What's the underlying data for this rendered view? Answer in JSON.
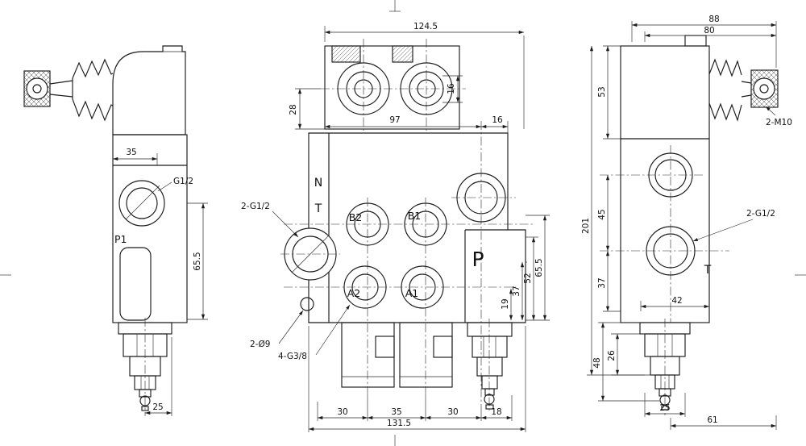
{
  "views": {
    "left": {
      "dims": {
        "d35": "35",
        "d65_5": "65.5",
        "d25": "25"
      },
      "labels": {
        "g12": "G1/2",
        "p1": "P1"
      }
    },
    "front": {
      "dims": {
        "d124_5": "124.5",
        "d28": "28",
        "d16_port": "16",
        "d97": "97",
        "d16_body": "16",
        "d65_5": "65.5",
        "d52": "52",
        "d37": "37",
        "d19": "19",
        "d30_left": "30",
        "d35": "35",
        "d30_right": "30",
        "d18": "18",
        "d131_5": "131.5"
      },
      "labels": {
        "n": "N",
        "t": "T",
        "g12": "2-G1/2",
        "b2": "B2",
        "b1": "B1",
        "a2": "A2",
        "a1": "A1",
        "p": "P",
        "d9": "2-Ø9",
        "g38": "4-G3/8"
      }
    },
    "right": {
      "dims": {
        "d88": "88",
        "d80": "80",
        "d53": "53",
        "d201": "201",
        "d45": "45",
        "d37": "37",
        "d42": "42",
        "d26": "26",
        "d48": "48",
        "d25": "25",
        "d61": "61"
      },
      "labels": {
        "m10": "2-M10",
        "g12": "2-G1/2",
        "t": "T"
      }
    },
    "colors": {
      "line": "#1b1b1b",
      "background": "#ffffff"
    }
  }
}
